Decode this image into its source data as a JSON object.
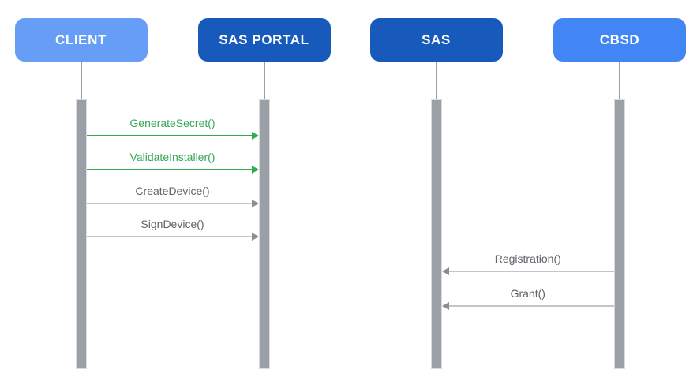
{
  "diagram": {
    "type": "sequence",
    "actors": [
      {
        "id": "client",
        "label": "CLIENT",
        "color": "#669DF6"
      },
      {
        "id": "sas-portal",
        "label": "SAS PORTAL",
        "color": "#185ABC"
      },
      {
        "id": "sas",
        "label": "SAS",
        "color": "#185ABC"
      },
      {
        "id": "cbsd",
        "label": "CBSD",
        "color": "#4285F4"
      }
    ],
    "messages": [
      {
        "label": "GenerateSecret()",
        "from": "client",
        "to": "sas-portal",
        "style": "highlight"
      },
      {
        "label": "ValidateInstaller()",
        "from": "client",
        "to": "sas-portal",
        "style": "highlight"
      },
      {
        "label": "CreateDevice()",
        "from": "client",
        "to": "sas-portal",
        "style": "normal"
      },
      {
        "label": "SignDevice()",
        "from": "client",
        "to": "sas-portal",
        "style": "normal"
      },
      {
        "label": "Registration()",
        "from": "cbsd",
        "to": "sas",
        "style": "normal"
      },
      {
        "label": "Grant()",
        "from": "cbsd",
        "to": "sas",
        "style": "normal"
      }
    ],
    "colors": {
      "highlight_line": "#34A853",
      "highlight_head": "#34A853",
      "highlight_label": "#34A853",
      "normal_line": "#C2C5C9",
      "normal_head": "#898E93",
      "normal_label": "#5F6368",
      "lifeline": "#9AA0A6",
      "activation_fill": "#9AA0A6",
      "activation_border": "#D9DBDE"
    }
  }
}
